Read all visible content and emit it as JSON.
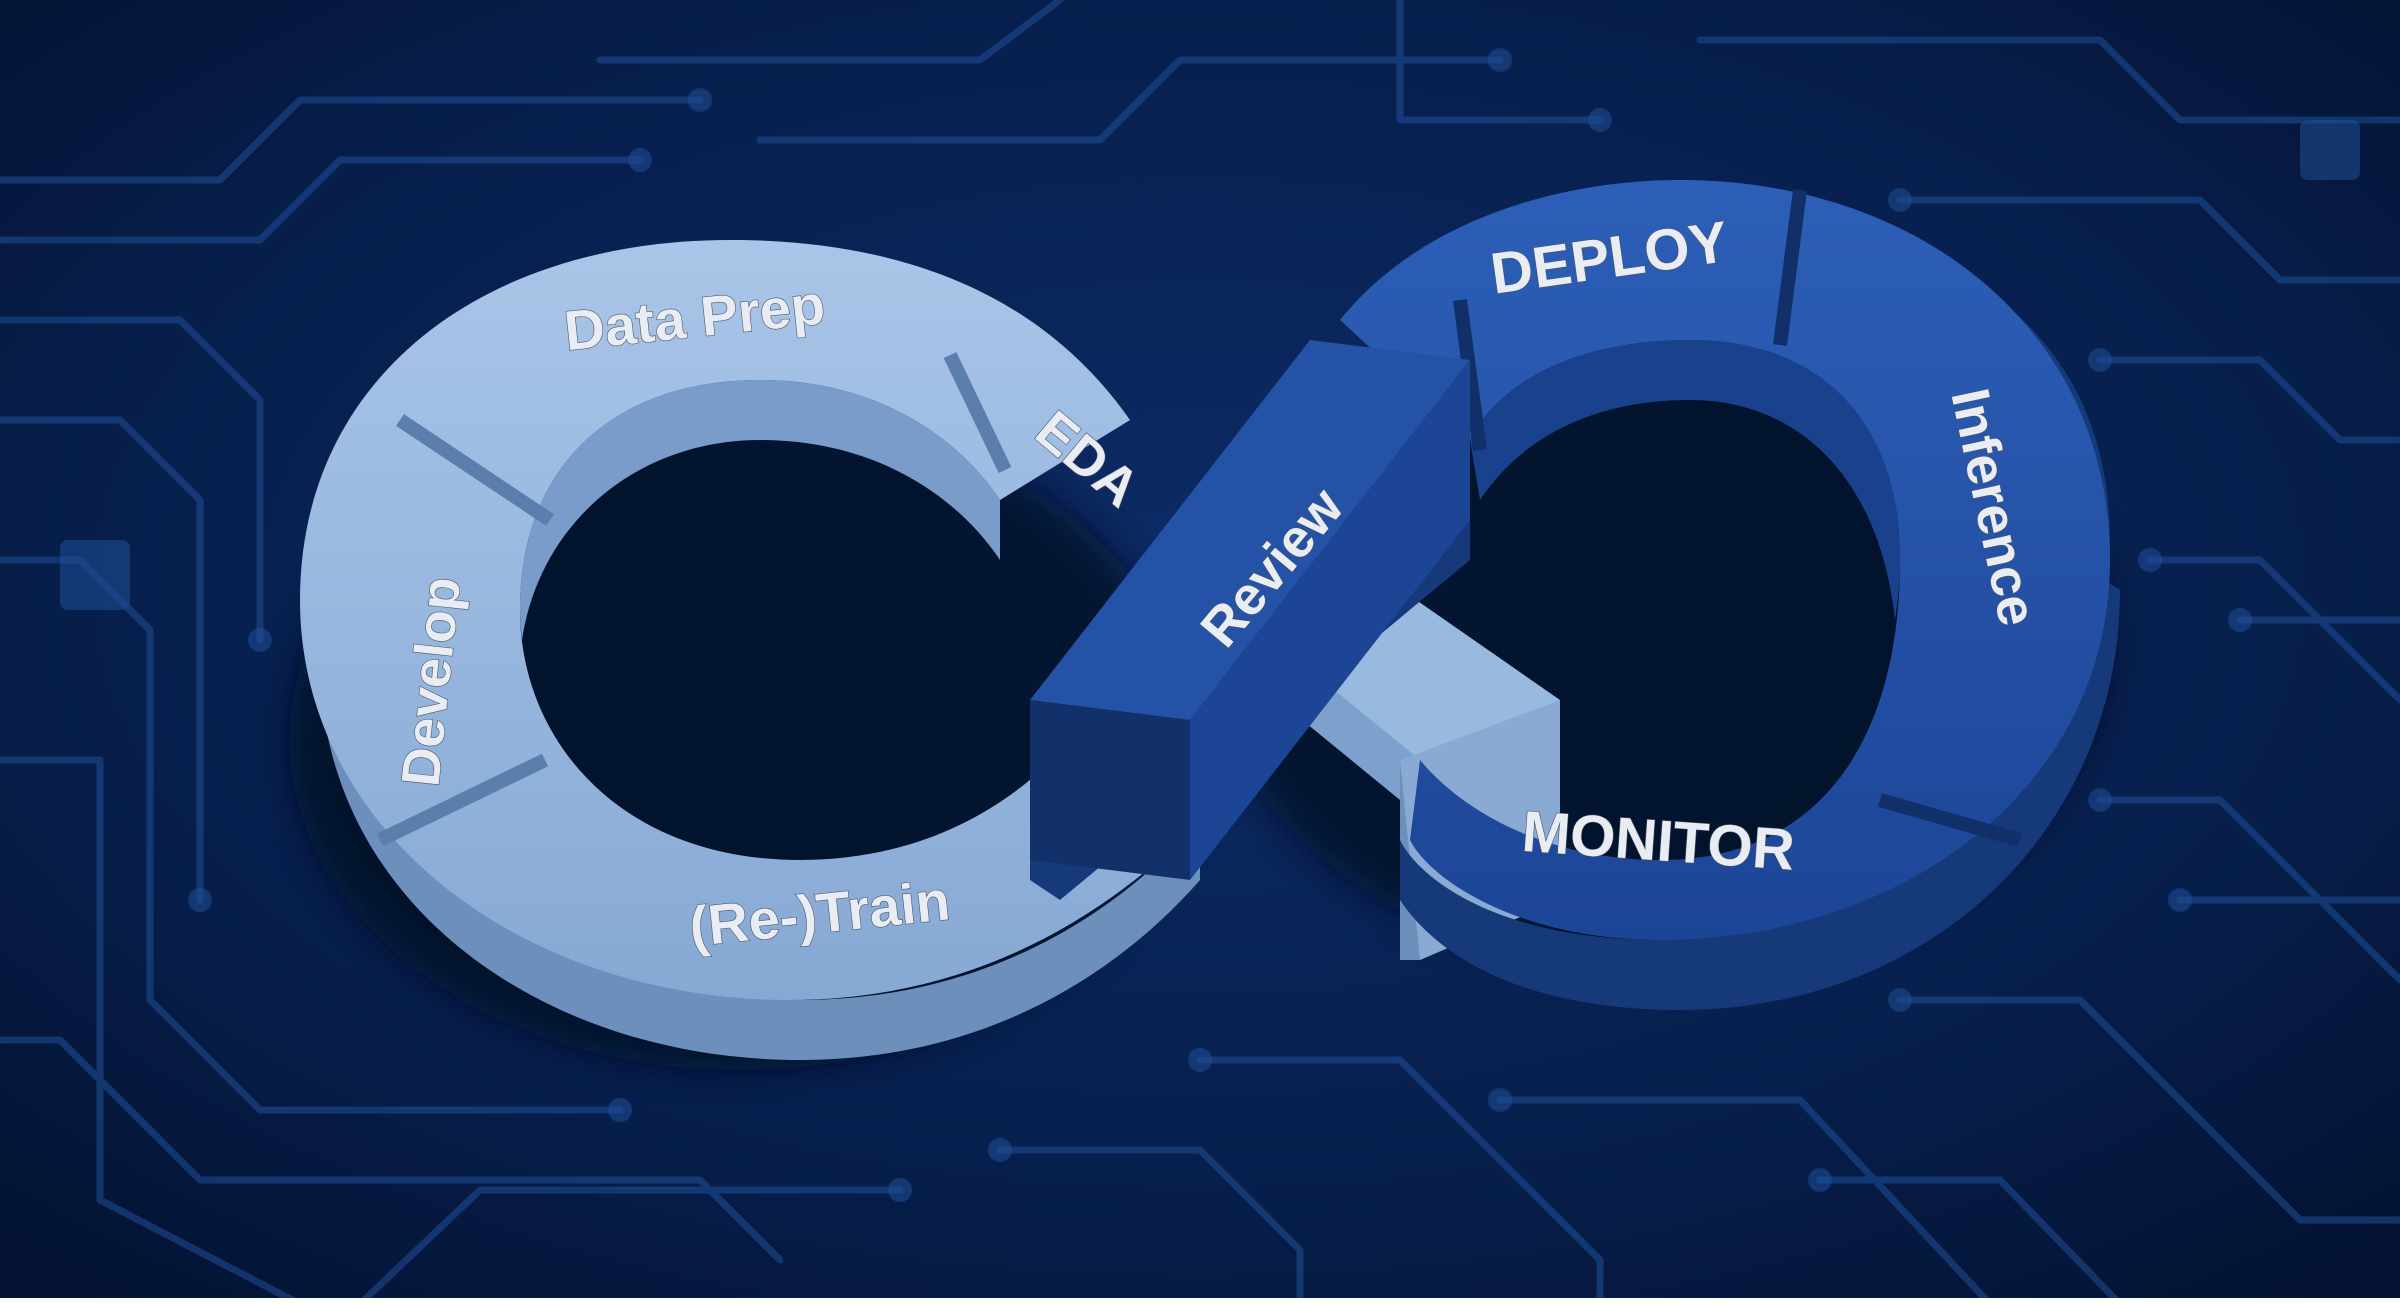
{
  "diagram": {
    "shape": "infinity-loop",
    "colors": {
      "background": "#061a3f",
      "circuit": "#1f4f96",
      "left_loop": "#8fb2dc",
      "left_loop_shadow": "#6d8fbc",
      "right_loop": "#2352a6",
      "right_loop_shadow": "#16397a",
      "label": "#e9edf3"
    },
    "segments": [
      {
        "id": "data-prep",
        "label": "Data Prep",
        "loop": "left"
      },
      {
        "id": "eda",
        "label": "EDA",
        "loop": "left"
      },
      {
        "id": "develop",
        "label": "Develop",
        "loop": "left"
      },
      {
        "id": "retrain",
        "label": "(Re-)Train",
        "loop": "left"
      },
      {
        "id": "review",
        "label": "Review",
        "loop": "crossing"
      },
      {
        "id": "deploy",
        "label": "DEPLOY",
        "loop": "right"
      },
      {
        "id": "inference",
        "label": "Inference",
        "loop": "right"
      },
      {
        "id": "monitor",
        "label": "MONITOR",
        "loop": "right"
      }
    ]
  }
}
